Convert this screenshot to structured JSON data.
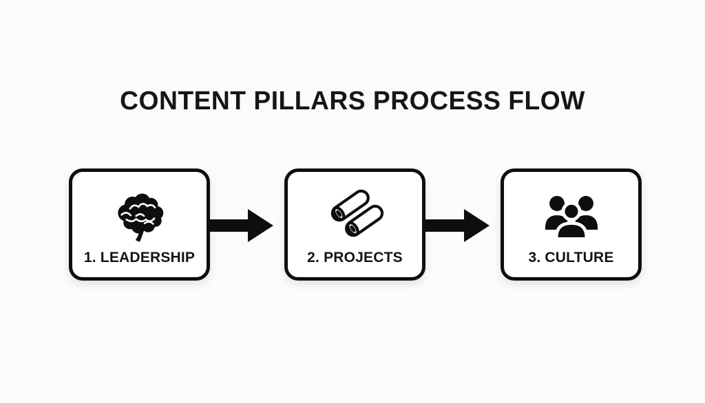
{
  "title": "CONTENT PILLARS PROCESS FLOW",
  "colors": {
    "background": "#fafbfa",
    "box_fill": "#ffffff",
    "box_border": "#0e0e0e",
    "text": "#161616",
    "arrow": "#0e0e0e"
  },
  "steps": [
    {
      "label": "1. LEADERSHIP",
      "icon": "brain-icon"
    },
    {
      "label": "2. PROJECTS",
      "icon": "pipes-icon"
    },
    {
      "label": "3. CULTURE",
      "icon": "people-group-icon"
    }
  ],
  "arrows": [
    {
      "name": "arrow-leadership-to-projects",
      "direction": "right"
    },
    {
      "name": "arrow-projects-to-culture",
      "direction": "right"
    }
  ]
}
